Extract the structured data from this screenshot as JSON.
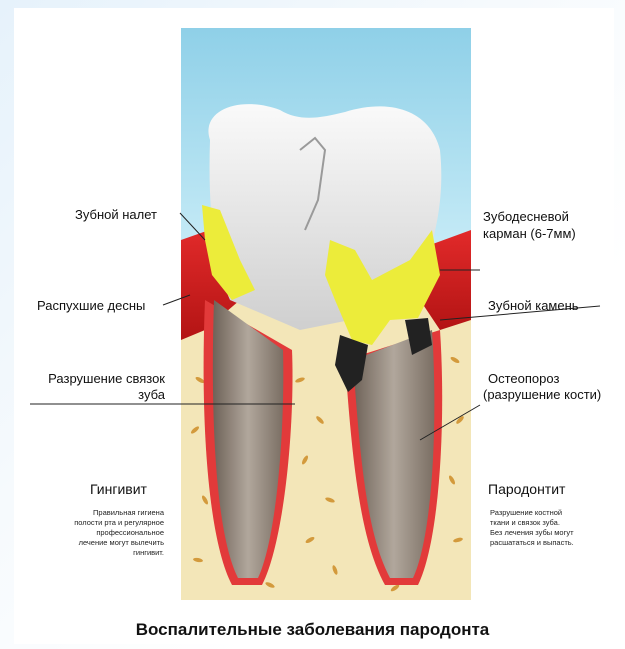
{
  "labels": {
    "plaque": "Зубной налет",
    "swollen_gums": "Распухшие десны",
    "ligament_line1": "Разрушение связок",
    "ligament_line2": "зуба",
    "pocket_line1": "Зубодесневой",
    "pocket_line2": "карман (6-7мм)",
    "calculus": "Зубной камень",
    "osteo_line1": "Остеопороз",
    "osteo_line2": "(разрушение кости)"
  },
  "gingivitis": {
    "title": "Гингивит",
    "lines": [
      "Правильная гигиена",
      "полости рта и регулярное",
      "профессиональное",
      "лечение могут вылечить",
      "гингивит."
    ]
  },
  "periodontitis": {
    "title": "Пародонтит",
    "lines": [
      "Разрушение костной",
      "ткани и связок зуба.",
      "Без лечения зубы могут",
      "расшататься и выпасть."
    ]
  },
  "caption": "Воспалительные заболевания пародонта"
}
